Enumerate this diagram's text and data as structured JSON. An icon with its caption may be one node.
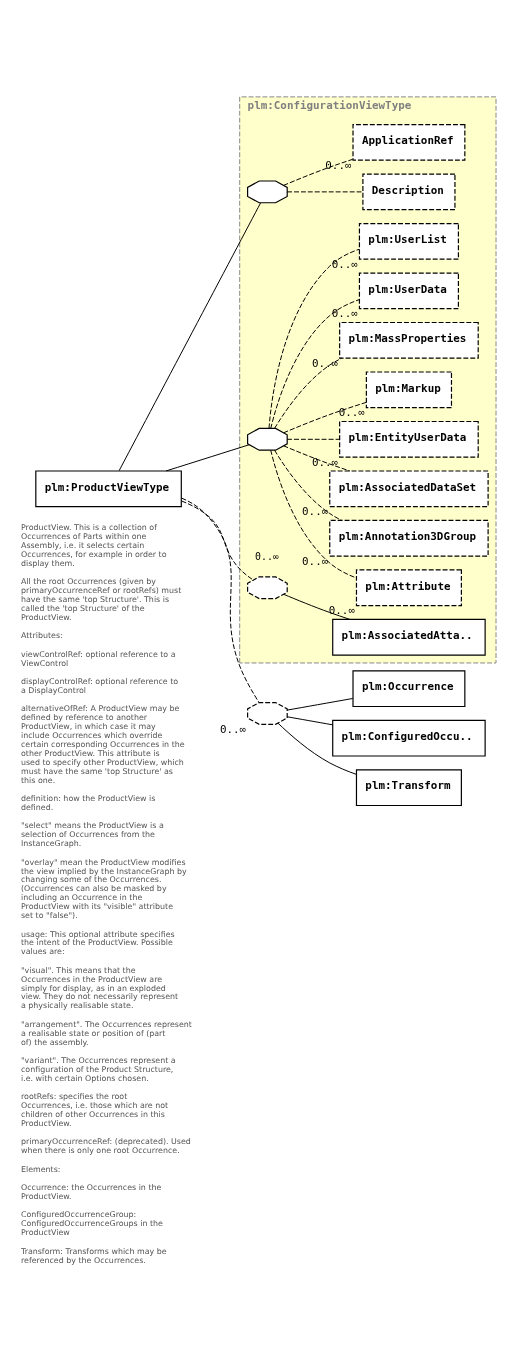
{
  "diagram": {
    "nodes": [
      {
        "text": [
          "plm:ProductViewType"
        ],
        "beside": [
          "ProductView. This is a collection of Occurrences of Parts within one Assembly, i.e. it selects certain Occurrences, for example in order to display them.",
          "All the root Occurrences (given by primaryOccurrenceRef or rootRefs) must have the same 'top Structure'. This is called the 'top Structure' of the ProductView.",
          "Attributes:",
          "viewControlRef: optional reference to a ViewControl",
          "displayControlRef: optional reference to a DisplayControl",
          "alternativeOfRef: A ProductView may be defined by reference to another ProductView, in which case it may include Occurrences which override certain corresponding Occurrences in the other ProductView. This attribute is used to specify other ProductView, which must have the same 'top Structure' as this one.",
          "definition: how the ProductView is defined.",
          "\"select\" means the ProductView is a selection of Occurrences from the InstanceGraph.",
          "\"overlay\" mean the ProductView modifies the view implied by the InstanceGraph by changing some of the Occurrences. (Occurrences can also be masked by including an Occurrence in the ProductView with its \"visible\" attribute set to \"false\").",
          "usage: This optional attribute specifies the intent of the ProductView. Possible values are:",
          "\"visual\". This means that the Occurrences in the ProductView are simply for display, as in an exploded view. They do not necessarily represent a physically realisable state.",
          "\"arrangement\". The Occurrences represent a realisable state or position of (part of) the assembly.",
          "\"variant\". The Occurrences represent a configuration of the Product Structure, i.e. with certain Options chosen.",
          "rootRefs: specifies the root Occurrences, i.e. those which are not children of other Occurrences in this ProductView.",
          "primaryOccurrenceRef: (deprecated). Used when there is only one root Occurrence.",
          "Elements:",
          "Occurrence: the Occurrences in the ProductView.",
          "ConfiguredOccurrenceGroup: ConfiguredOccurrenceGroups in the ProductView",
          "Transform: Transforms which may be referenced by the Occurrences."
        ]
      },
      {
        "text": [
          "plm:ConfigurationViewType"
        ]
      },
      {
        "text": [],
        "shape": "octagon",
        "in": 1
      },
      {
        "text": [
          "Description"
        ],
        "in": 1
      },
      {
        "text": [
          "ApplicationRef"
        ],
        "in": 1,
        "beside": [
          "0..∞"
        ]
      },
      {
        "text": [],
        "shape": "octagon",
        "in": 1
      },
      {
        "text": [
          "plm:Attribute"
        ],
        "in": 1,
        "beside": [
          "0..∞"
        ]
      },
      {
        "text": [
          "plm:Annotation3DGroup"
        ],
        "in": 1,
        "beside": [
          "0..∞"
        ]
      },
      {
        "text": [
          "plm:AssociatedDataSet"
        ],
        "in": 1,
        "beside": [
          "0..∞"
        ]
      },
      {
        "text": [
          "plm:EntityUserData"
        ],
        "in": 1,
        "beside": [
          "0..∞"
        ]
      },
      {
        "text": [
          "plm:Markup"
        ],
        "in": 1,
        "beside": [
          "0..∞"
        ]
      },
      {
        "text": [
          "plm:MassProperties"
        ],
        "in": 1,
        "beside": [
          "0..∞"
        ]
      },
      {
        "text": [
          "plm:UserData"
        ],
        "in": 1,
        "beside": [
          "0..∞"
        ]
      },
      {
        "text": [
          "plm:UserList"
        ],
        "in": 1,
        "beside": [
          "0..∞"
        ]
      },
      {
        "text": [],
        "shape": "octagon",
        "in": 1,
        "beside": [
          "0..∞"
        ]
      },
      {
        "text": [
          "plm:AssociatedAtta.."
        ],
        "in": 1
      },
      {
        "text": [],
        "shape": "octagon",
        "beside": [
          "0..∞"
        ]
      },
      {
        "text": [
          "plm:Occurrence"
        ]
      },
      {
        "text": [
          "plm:ConfiguredOccu.."
        ]
      },
      {
        "text": [
          "plm:Transform"
        ]
      }
    ],
    "edges": [
      {
        "from": 0,
        "to": 2,
        "arrow": "none"
      },
      {
        "from": 0,
        "to": 5,
        "arrow": "none"
      },
      {
        "from": 0,
        "to": 14,
        "arrow": "none",
        "style": "dashed"
      },
      {
        "from": 0,
        "to": 16,
        "arrow": "none",
        "style": "dashed"
      },
      {
        "from": 2,
        "to": 3,
        "arrow": "none",
        "style": "dashed"
      },
      {
        "from": 2,
        "to": 4,
        "arrow": "none",
        "style": "dashed"
      },
      {
        "from": 5,
        "to": 6,
        "arrow": "none",
        "style": "dashed"
      },
      {
        "from": 5,
        "to": 7,
        "arrow": "none",
        "style": "dashed"
      },
      {
        "from": 5,
        "to": 8,
        "arrow": "none",
        "style": "dashed"
      },
      {
        "from": 5,
        "to": 9,
        "arrow": "none",
        "style": "dashed"
      },
      {
        "from": 5,
        "to": 10,
        "arrow": "none",
        "style": "dashed"
      },
      {
        "from": 5,
        "to": 11,
        "arrow": "none",
        "style": "dashed"
      },
      {
        "from": 5,
        "to": 12,
        "arrow": "none",
        "style": "dashed"
      },
      {
        "from": 5,
        "to": 13,
        "arrow": "none",
        "style": "dashed"
      },
      {
        "from": 14,
        "to": 15,
        "arrow": "none"
      },
      {
        "from": 16,
        "to": 17,
        "arrow": "none"
      },
      {
        "from": 16,
        "to": 18,
        "arrow": "none"
      },
      {
        "from": 16,
        "to": 19,
        "arrow": "none"
      }
    ]
  }
}
